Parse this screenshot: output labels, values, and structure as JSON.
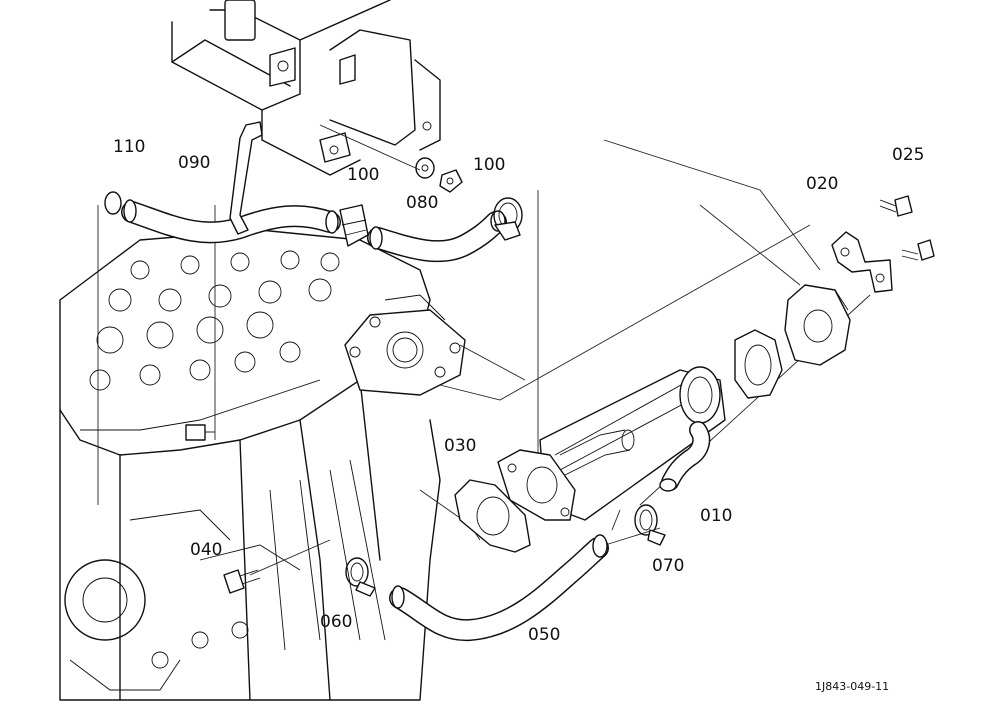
{
  "diagram": {
    "drawing_code": "1J843-049-11",
    "callouts": [
      {
        "id": "c110",
        "text": "110"
      },
      {
        "id": "c090",
        "text": "090"
      },
      {
        "id": "c100a",
        "text": "100"
      },
      {
        "id": "c100b",
        "text": "100"
      },
      {
        "id": "c080",
        "text": "080"
      },
      {
        "id": "c025",
        "text": "025"
      },
      {
        "id": "c020",
        "text": "020"
      },
      {
        "id": "c030",
        "text": "030"
      },
      {
        "id": "c010",
        "text": "010"
      },
      {
        "id": "c040",
        "text": "040"
      },
      {
        "id": "c070",
        "text": "070"
      },
      {
        "id": "c060",
        "text": "060"
      },
      {
        "id": "c050",
        "text": "050"
      }
    ]
  }
}
